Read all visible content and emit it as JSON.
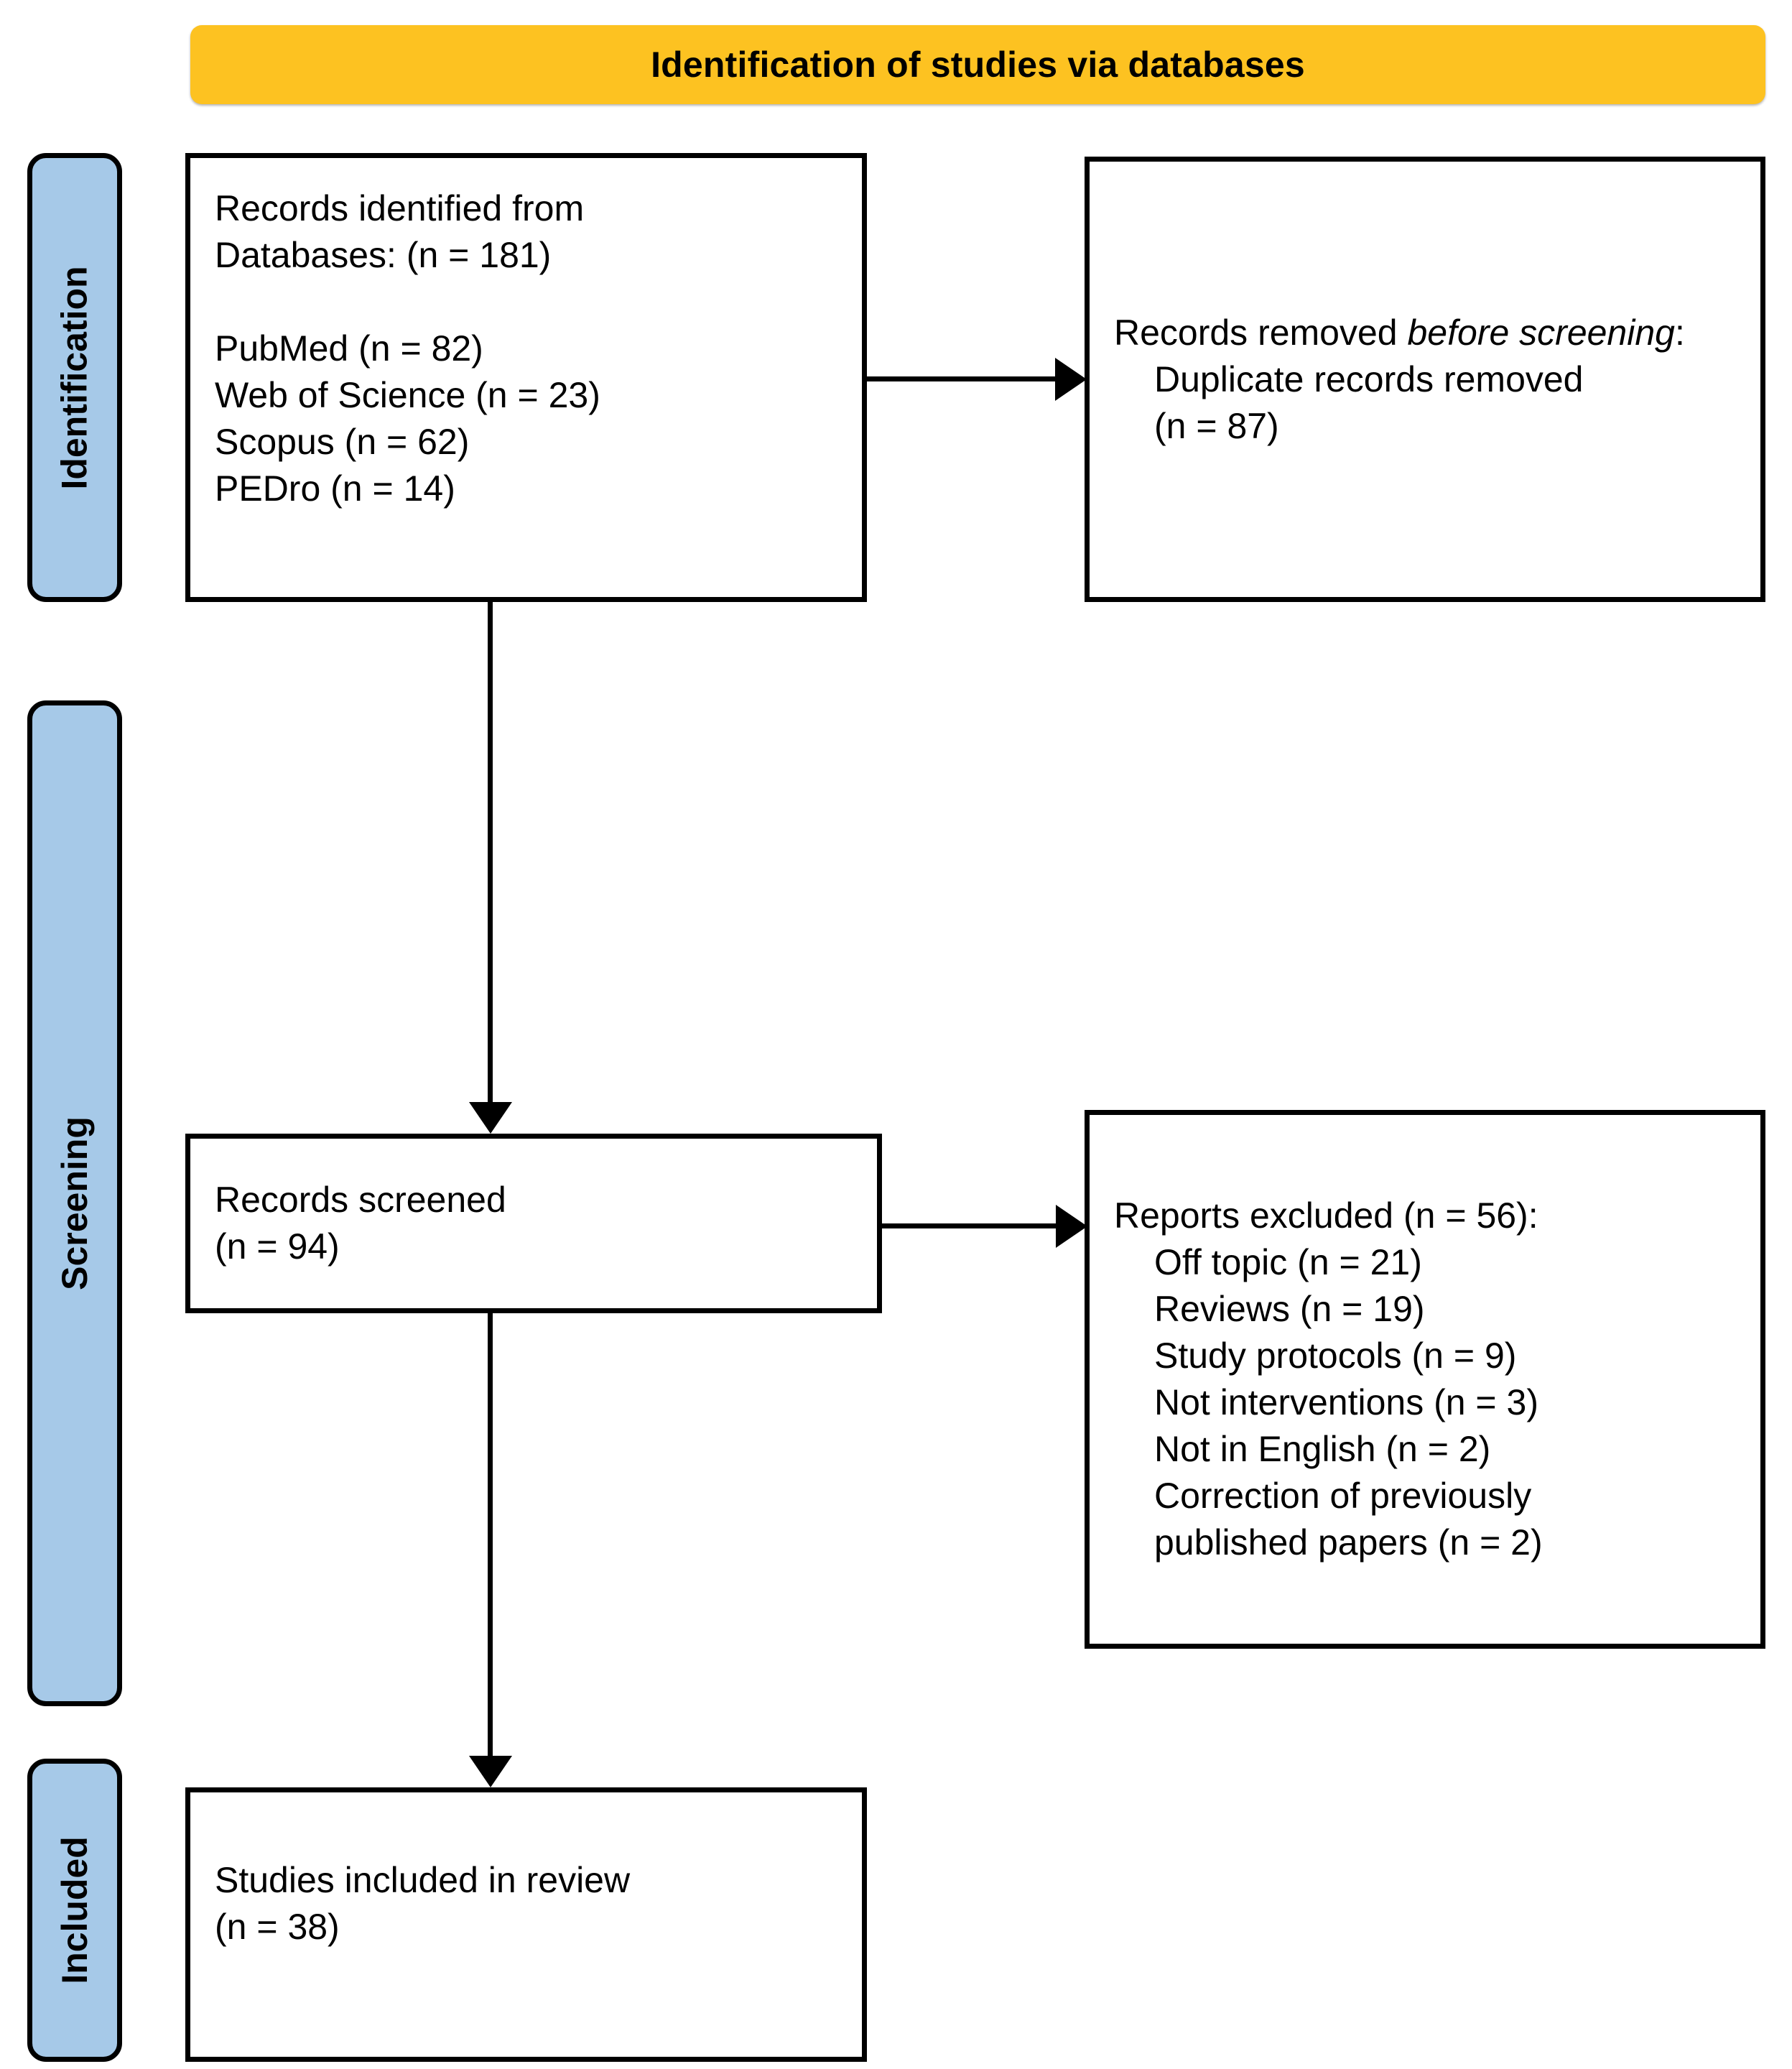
{
  "banner": {
    "label": "Identification of studies via databases",
    "color": "#FDC221"
  },
  "phases": {
    "identification": "Identification",
    "screening": "Screening",
    "included": "Included",
    "color": "#A6C9E8"
  },
  "boxes": {
    "records_identified": {
      "heading": "Records identified from",
      "source_total": "Databases: (n = 181)",
      "sources": [
        "PubMed (n = 82)",
        "Web of Science (n = 23)",
        "Scopus (n = 62)",
        "PEDro (n = 14)"
      ]
    },
    "records_removed": {
      "heading_plain": "Records removed ",
      "heading_italic": "before screening",
      "heading_suffix": ":",
      "items": [
        "Duplicate records removed",
        "(n = 87)"
      ]
    },
    "records_screened": {
      "label": "Records screened",
      "count": "(n = 94)"
    },
    "reports_excluded": {
      "heading": "Reports excluded (n = 56):",
      "reasons": [
        "Off topic (n = 21)",
        "Reviews (n = 19)",
        "Study protocols (n = 9)",
        "Not interventions (n = 3)",
        "Not in English (n = 2)",
        "Correction of previously",
        "published papers (n = 2)"
      ]
    },
    "studies_included": {
      "label": "Studies included in review",
      "count": "(n = 38)"
    }
  }
}
